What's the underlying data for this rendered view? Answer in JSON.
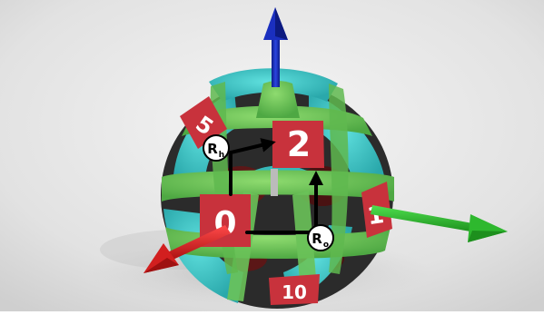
{
  "faces": {
    "top": "2",
    "upper_left": "5",
    "front": "0",
    "right": "1",
    "bottom": "10"
  },
  "labels": {
    "r_h_main": "R",
    "r_h_sub": "h",
    "r_o_main": "R",
    "r_o_sub": "o"
  },
  "colors": {
    "band_green": "#6ac259",
    "band_cyan": "#3ec9c9",
    "face_red": "#c8323c",
    "axis_blue": "#1a2fbf",
    "axis_red": "#d21f1f",
    "axis_green": "#2eb82e",
    "background": "#e6e6e6"
  }
}
